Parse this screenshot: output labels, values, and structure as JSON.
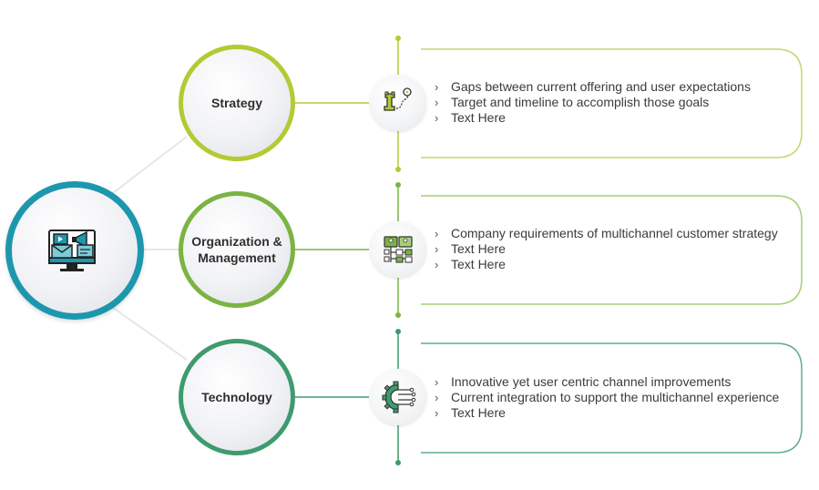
{
  "hub": {
    "icon": "computer-marketing-icon"
  },
  "categories": [
    {
      "label": "Strategy",
      "color": "#b5c934",
      "icon": "chess-rook-route-icon",
      "bullets": [
        "Gaps between current offering and user expectations",
        "Target and timeline to accomplish those goals",
        "Text Here"
      ]
    },
    {
      "label": "Organization &\nManagement",
      "color": "#7cb342",
      "icon": "org-chart-icon",
      "bullets": [
        "Company requirements of multichannel customer strategy",
        "Text Here",
        "Text Here"
      ]
    },
    {
      "label": "Technology",
      "color": "#3e9b6e",
      "icon": "gear-circuit-icon",
      "bullets": [
        "Innovative  yet user centric channel improvements",
        "Current integration to support the multichannel experience",
        "Text Here"
      ]
    }
  ],
  "colors": {
    "hub_ring": "#1c97ad",
    "connector": "#e4e6ea",
    "text": "#3b3b3b"
  }
}
